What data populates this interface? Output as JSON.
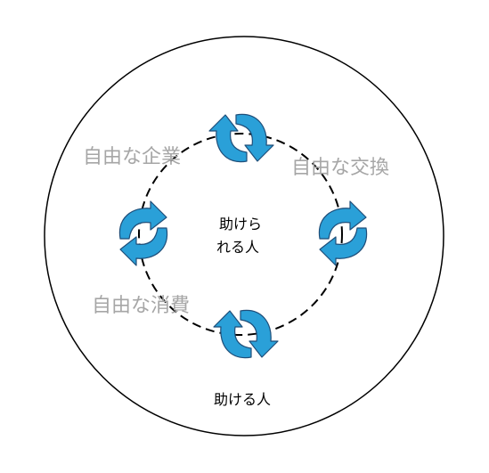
{
  "labels": {
    "free_enterprise": "自由な企業",
    "free_exchange": "自由な交換",
    "free_consumption": "自由な消費",
    "center_line1": "助けら",
    "center_line2": "れる人",
    "helper": "助ける人"
  },
  "icons": [
    "cycle-arrows-icon-top",
    "cycle-arrows-icon-left",
    "cycle-arrows-icon-right",
    "cycle-arrows-icon-bottom"
  ],
  "colors": {
    "arrow_fill": "#2aa0d8",
    "arrow_stroke": "#1f4e79",
    "label_gray": "#a6a6a6",
    "line": "#000000"
  }
}
